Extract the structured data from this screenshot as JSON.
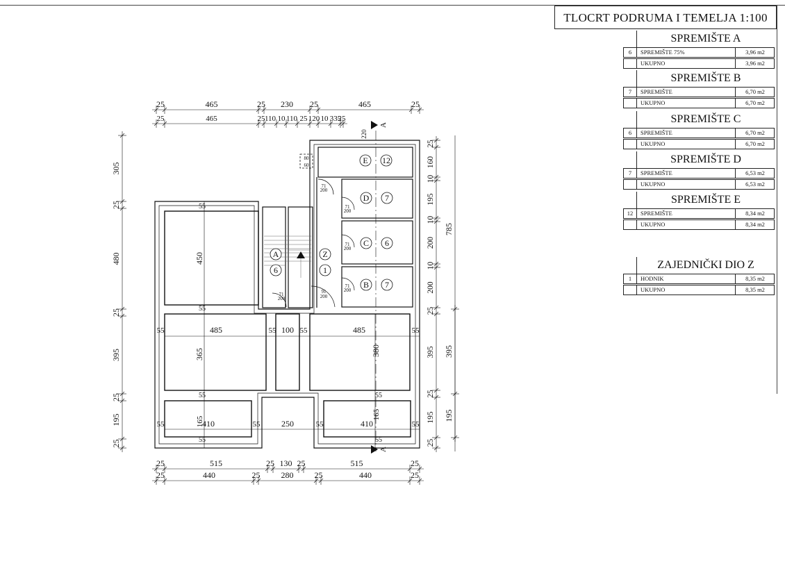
{
  "title": "TLOCRT PODRUMA I TEMELJA 1:100",
  "tables": [
    {
      "name": "SPREMIŠTE A",
      "rows": [
        {
          "no": "6",
          "label": "SPREMIŠTE 75%",
          "area": "3,96 m2"
        },
        {
          "no": "",
          "label": "UKUPNO",
          "area": "3,96 m2"
        }
      ]
    },
    {
      "name": "SPREMIŠTE B",
      "rows": [
        {
          "no": "7",
          "label": "SPREMIŠTE",
          "area": "6,70 m2"
        },
        {
          "no": "",
          "label": "UKUPNO",
          "area": "6,70 m2"
        }
      ]
    },
    {
      "name": "SPREMIŠTE C",
      "rows": [
        {
          "no": "6",
          "label": "SPREMIŠTE",
          "area": "6,70 m2"
        },
        {
          "no": "",
          "label": "UKUPNO",
          "area": "6,70 m2"
        }
      ]
    },
    {
      "name": "SPREMIŠTE D",
      "rows": [
        {
          "no": "7",
          "label": "SPREMIŠTE",
          "area": "6,53 m2"
        },
        {
          "no": "",
          "label": "UKUPNO",
          "area": "6,53 m2"
        }
      ]
    },
    {
      "name": "SPREMIŠTE E",
      "rows": [
        {
          "no": "12",
          "label": "SPREMIŠTE",
          "area": "8,34 m2"
        },
        {
          "no": "",
          "label": "UKUPNO",
          "area": "8,34 m2"
        }
      ]
    },
    {
      "name": "ZAJEDNIČKI DIO Z",
      "rows": [
        {
          "no": "1",
          "label": "HODNIK",
          "area": "8,35 m2"
        },
        {
          "no": "",
          "label": "UKUPNO",
          "area": "8,35 m2"
        }
      ]
    }
  ],
  "dims": {
    "top1": [
      "25",
      "465",
      "25",
      "230",
      "25",
      "465",
      "25"
    ],
    "top2": [
      "25",
      "465",
      "25",
      "110",
      "10",
      "110",
      "25",
      "120",
      "10",
      "335",
      "25"
    ],
    "bottom1": [
      "25",
      "515",
      "25",
      "130",
      "25",
      "515",
      "25"
    ],
    "bottom2": [
      "25",
      "440",
      "25",
      "280",
      "25",
      "440",
      "25"
    ],
    "left": [
      "305",
      "25",
      "480",
      "25",
      "395",
      "25",
      "195",
      "25"
    ],
    "right_inner": [
      "25",
      "160",
      "10",
      "195",
      "10",
      "200",
      "10",
      "200",
      "25",
      "395",
      "25",
      "195",
      "25"
    ],
    "right_total": "785",
    "right_outer": [
      "395",
      "195"
    ],
    "interior": [
      "55",
      "450",
      "55",
      "55",
      "485",
      "55",
      "100",
      "55",
      "485",
      "55",
      "365",
      "380",
      "55",
      "165",
      "55",
      "55",
      "410",
      "55",
      "250",
      "55",
      "410",
      "55",
      "55",
      "165",
      "55",
      "220"
    ],
    "openings": [
      "80",
      "60",
      "71",
      "200",
      "71",
      "200",
      "71",
      "200",
      "71",
      "200",
      "71",
      "200",
      "91",
      "200"
    ]
  },
  "room_tags": [
    {
      "letter": "E",
      "num": "12"
    },
    {
      "letter": "D",
      "num": "7"
    },
    {
      "letter": "C",
      "num": "6"
    },
    {
      "letter": "B",
      "num": "7"
    },
    {
      "letter": "A",
      "num": "6"
    },
    {
      "letter": "Z",
      "num": "1"
    }
  ],
  "section_marker": "A"
}
